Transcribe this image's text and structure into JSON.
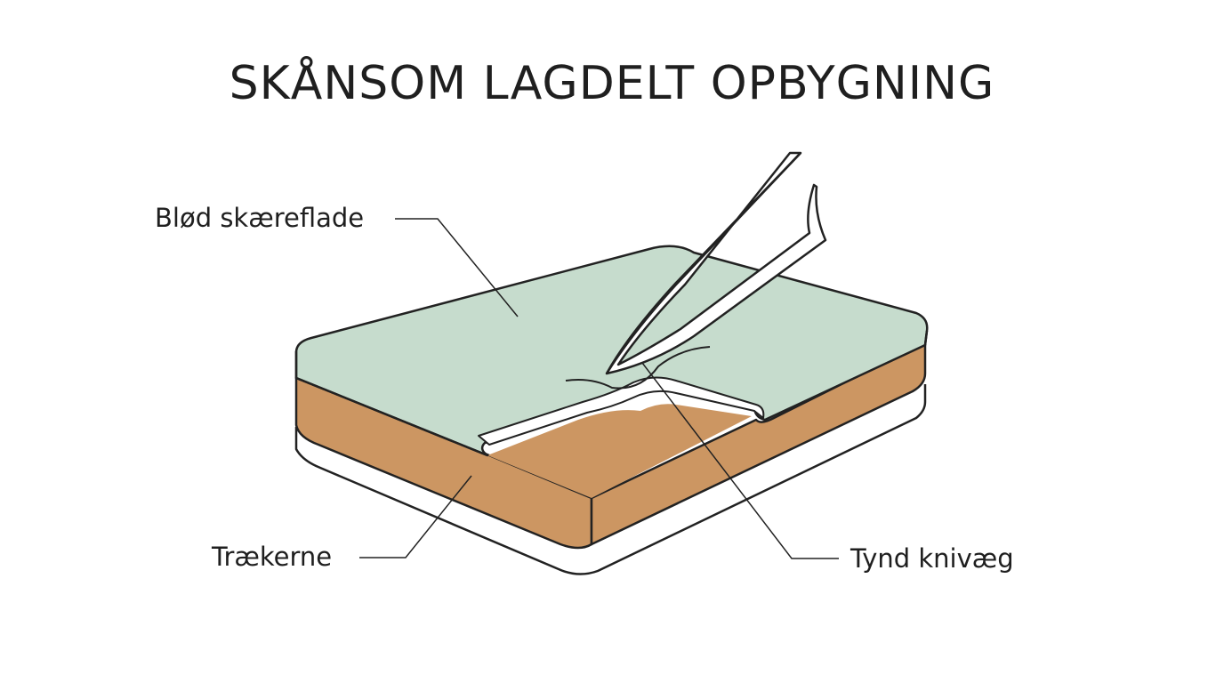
{
  "title": "SKÅNSOM LAGDELT OPBYGNING",
  "labels": {
    "top_surface": "Blød skæreflade",
    "core": "Trækerne",
    "knife_edge": "Tynd knivæg"
  },
  "colors": {
    "soft_surface": "#c6dccd",
    "wood_core": "#cc9662",
    "base_layer": "#ffffff",
    "outline": "#222222",
    "text": "#1f1f1f"
  }
}
